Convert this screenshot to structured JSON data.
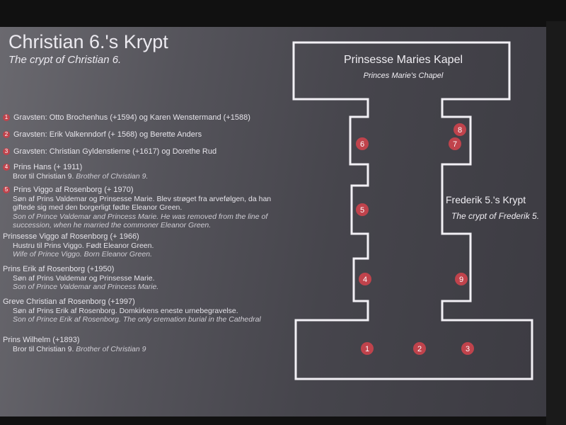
{
  "title": "Christian 6.'s Krypt",
  "subtitle": "The crypt of Christian 6.",
  "entries": [
    {
      "num": "1",
      "head": "Gravsten: Otto Brochenhus (+1594) og Karen Wenstermand (+1588)",
      "da": "",
      "en": ""
    },
    {
      "num": "2",
      "head": "Gravsten: Erik Valkenndorf  (+ 1568) og Berette Anders",
      "da": "",
      "en": ""
    },
    {
      "num": "3",
      "head": "Gravsten: Christian Gyldenstierne (+1617) og Dorethe Rud",
      "da": "",
      "en": ""
    },
    {
      "num": "4",
      "head": "Prins Hans (+ 1911)",
      "da": "Bror til Christian 9.",
      "en": "Brother of Christian 9."
    },
    {
      "num": "5",
      "head": "Prins Viggo af Rosenborg (+ 1970)",
      "da": "Søn af Prins Valdemar og Prinsesse Marie. Blev strøget fra arvefølgen, da han giftede sig med den borgerligt fødte Eleanor Green.",
      "en": "Son of Prince Valdemar and Princess Marie. He was removed from the line of succession, when he married the commoner Eleanor Green."
    },
    {
      "num": "6",
      "head": "Prinsesse Viggo af Rosenborg (+ 1966)",
      "da": "Hustru til Prins Viggo. Født Eleanor Green.",
      "en": "Wife of Prince Viggo. Born Eleanor Green."
    },
    {
      "num": "7",
      "head": "Prins Erik af Rosenborg (+1950)",
      "da": "Søn af Prins Valdemar og Prinsesse Marie.",
      "en": "Son of Prince Valdemar and Princess Marie."
    },
    {
      "num": "8",
      "head": "Greve Christian af Rosenborg (+1997)",
      "da": "Søn af Prins Erik af Rosenborg. Domkirkens eneste urnebegravelse.",
      "en": "Son of Prince Erik af Rosenborg. The only cremation burial in the Cathedral"
    },
    {
      "num": "9",
      "head": "Prins Wilhelm (+1893)",
      "da": "Bror til Christian 9.",
      "en": "Brother of Christian 9"
    }
  ],
  "plan": {
    "chapel_title": "Prinsesse Maries Kapel",
    "chapel_subtitle": "Princes Marie's Chapel",
    "frederik_title": "Frederik 5.'s Krypt",
    "frederik_subtitle": "The crypt of Frederik 5.",
    "markers": [
      "1",
      "2",
      "3",
      "4",
      "5",
      "6",
      "7",
      "8",
      "9"
    ],
    "marker_color": "#c0434c"
  }
}
